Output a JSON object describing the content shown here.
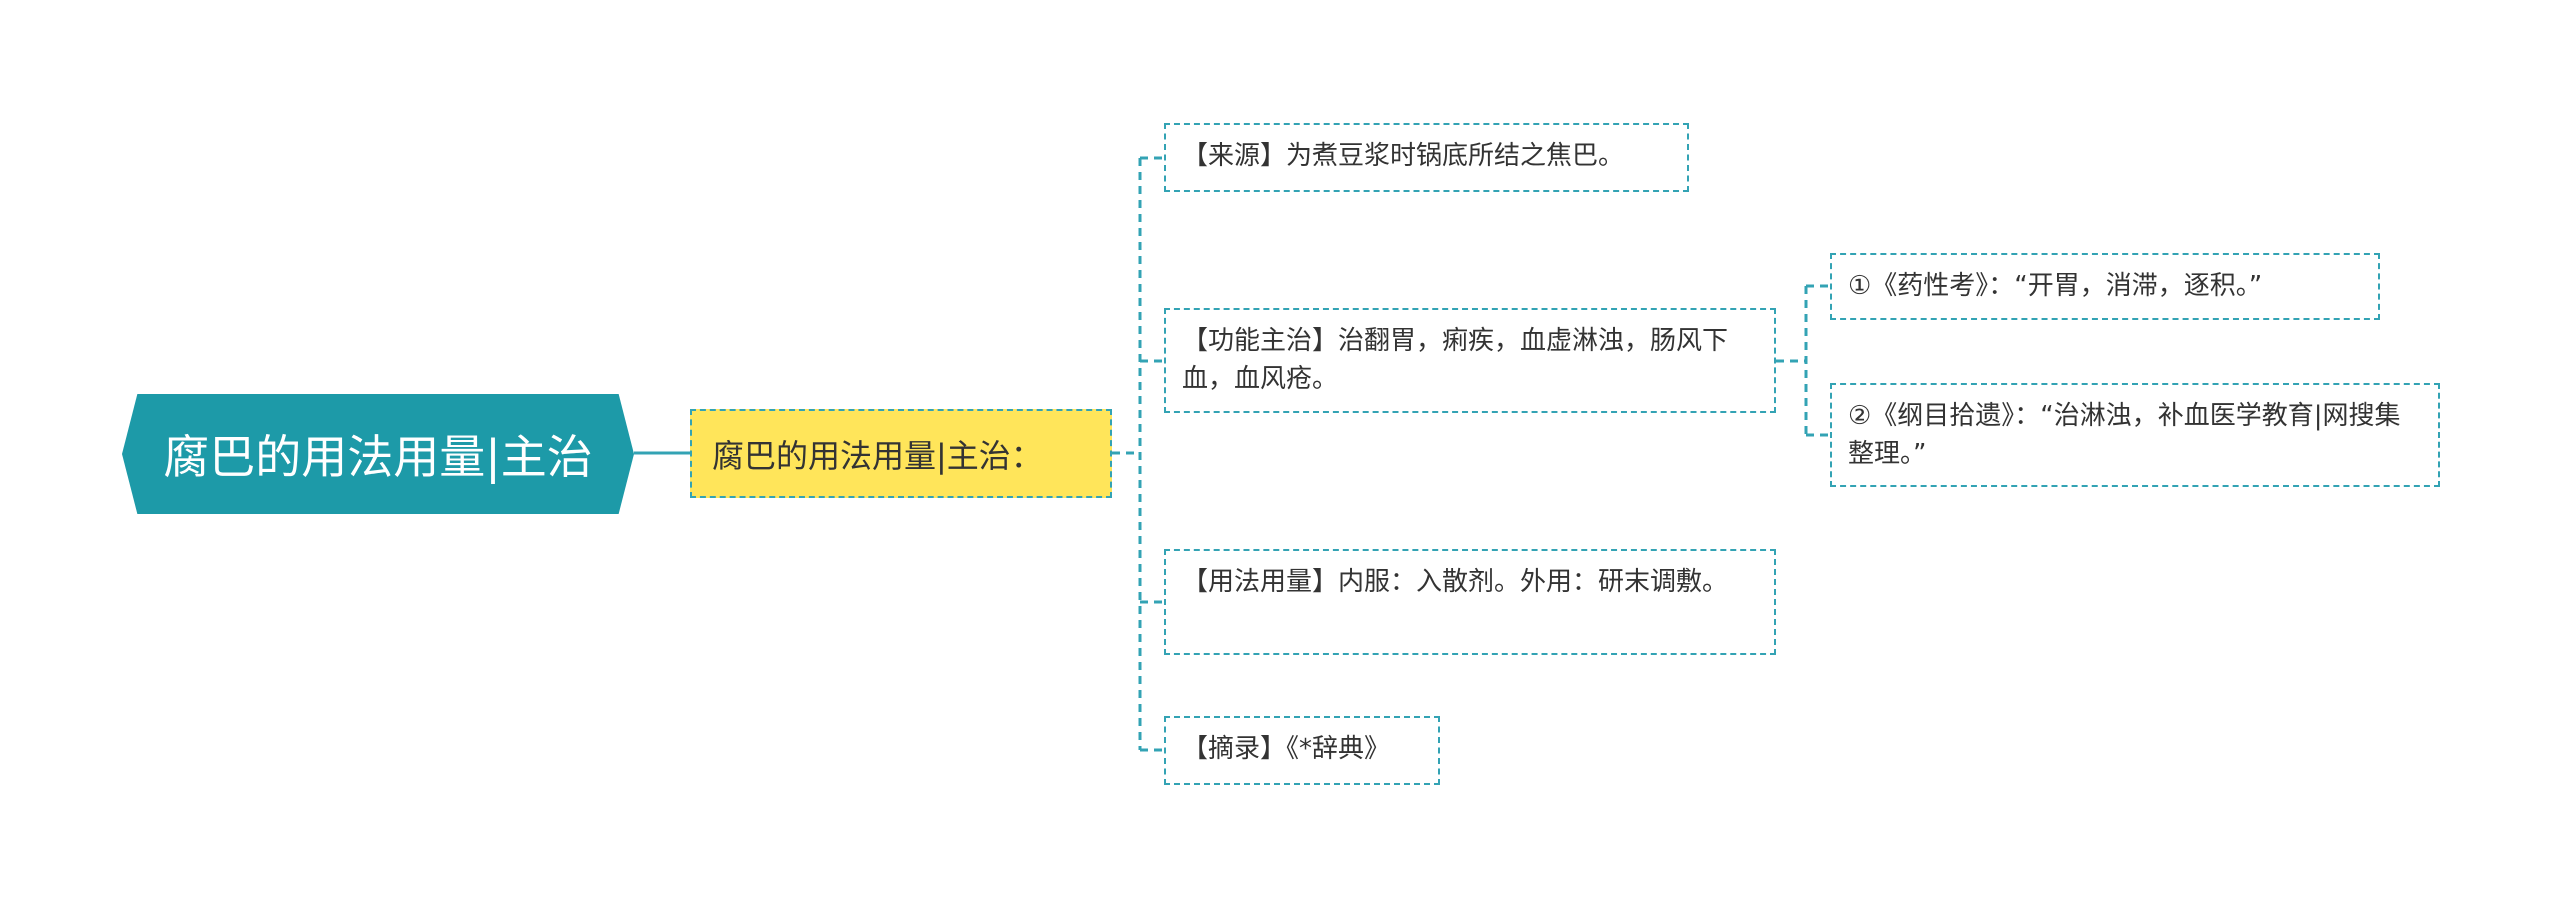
{
  "diagram": {
    "root": {
      "label": "腐巴的用法用量|主治"
    },
    "branch": {
      "label": "腐巴的用法用量|主治："
    },
    "leaves": [
      {
        "label": "【来源】为煮豆浆时锅底所结之焦巴。"
      },
      {
        "label": "【功能主治】治翻胃，痢疾，血虚淋浊，肠风下血，血风疮。"
      },
      {
        "label": "【用法用量】内服：入散剂。外用：研末调敷。"
      },
      {
        "label": "【摘录】《*辞典》"
      }
    ],
    "sub_leaves": [
      {
        "label": "①《药性考》：“开胃，消滞，逐积。”"
      },
      {
        "label": "②《纲目拾遗》：“治淋浊，补血医学教育|网搜集整理。”"
      }
    ]
  },
  "colors": {
    "root_fill": "#1d9aa8",
    "branch_fill": "#ffe55a",
    "dashed_border": "#33a3b4",
    "text": "#333333"
  }
}
